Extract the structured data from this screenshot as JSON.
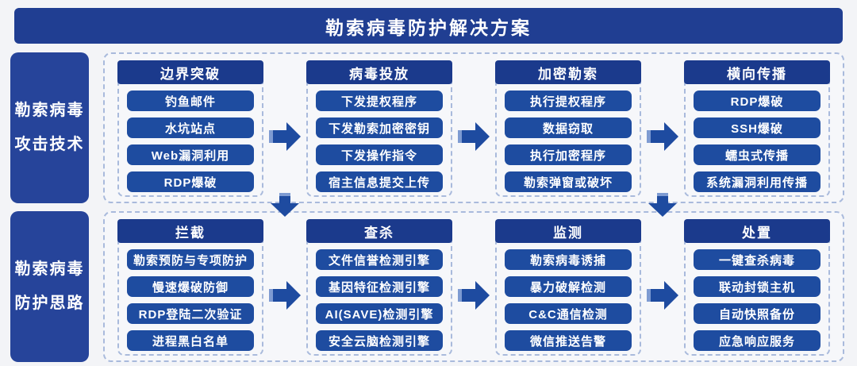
{
  "title": "勒索病毒防护解决方案",
  "rows": [
    {
      "side_label_lines": [
        "勒索病毒",
        "攻击技术"
      ],
      "columns": [
        {
          "header": "边界突破",
          "items": [
            "钓鱼邮件",
            "水坑站点",
            "Web漏洞利用",
            "RDP爆破"
          ]
        },
        {
          "header": "病毒投放",
          "items": [
            "下发提权程序",
            "下发勒索加密密钥",
            "下发操作指令",
            "宿主信息提交上传"
          ]
        },
        {
          "header": "加密勒索",
          "items": [
            "执行提权程序",
            "数据窃取",
            "执行加密程序",
            "勒索弹窗或破坏"
          ]
        },
        {
          "header": "横向传播",
          "items": [
            "RDP爆破",
            "SSH爆破",
            "蠕虫式传播",
            "系统漏洞利用传播"
          ]
        }
      ]
    },
    {
      "side_label_lines": [
        "勒索病毒",
        "防护思路"
      ],
      "columns": [
        {
          "header": "拦截",
          "items": [
            "勒索预防与专项防护",
            "慢速爆破防御",
            "RDP登陆二次验证",
            "进程黑白名单"
          ]
        },
        {
          "header": "查杀",
          "items": [
            "文件信誉检测引擎",
            "基因特征检测引擎",
            "AI(SAVE)检测引擎",
            "安全云脑检测引擎"
          ]
        },
        {
          "header": "监测",
          "items": [
            "勒索病毒诱捕",
            "暴力破解检测",
            "C&C通信检测",
            "微信推送告警"
          ]
        },
        {
          "header": "处置",
          "items": [
            "一键查杀病毒",
            "联动封锁主机",
            "自动快照备份",
            "应急响应服务"
          ]
        }
      ]
    }
  ],
  "icons": {
    "right_arrow": "right-block-arrow",
    "down_arrow": "down-block-arrow"
  },
  "colors": {
    "background": "#f3f4f7",
    "banner": "#203e92",
    "side_label": "#26449a",
    "column_header": "#1b3a8c",
    "item": "#1e4ca0",
    "dashed_border": "#a9badc",
    "arrow": "#1e4ba0",
    "text": "#ffffff"
  }
}
